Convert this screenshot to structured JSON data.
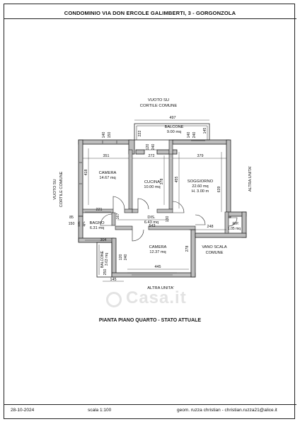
{
  "header": {
    "title": "CONDOMINIO VIA DON ERCOLE GALIMBERTI, 3 - GORGONZOLA"
  },
  "plan": {
    "outside_labels": {
      "vuoto_top_line1": "VUOTO SU",
      "vuoto_top_line2": "CORTILE COMUNE",
      "vuoto_left_line1": "VUOTO SU",
      "vuoto_left_line2": "CORTILE COMUNE",
      "altra_unita_right": "ALTRA UNITA'",
      "altra_unita_bottom": "ALTRA UNITA'",
      "vano_scala_line1": "VANO SCALA",
      "vano_scala_line2": "COMUNE"
    },
    "rooms": {
      "balcone_top_name": "BALCONE",
      "balcone_top_area": "9.00 mq",
      "camera1_name": "CAMERA",
      "camera1_area": "14.67 mq",
      "cucina_name": "CUCINA",
      "cucina_area": "10.00 mq",
      "soggiorno_name": "SOGGIORNO",
      "soggiorno_area": "22.60 mq",
      "soggiorno_height": "H. 3.00 m",
      "dis_name": "DIS.",
      "dis_area": "6.43 mq",
      "bagno_name": "BAGNO",
      "bagno_area": "6.31 mq",
      "rip_name": "RIP.",
      "rip_area": "1.05 mq",
      "camera2_name": "CAMERA",
      "camera2_area": "12.37 mq",
      "balcone_small_name": "BALCONE",
      "balcone_small_area": "3.63 mq"
    },
    "dimensions": {
      "d497": "497",
      "d222": "222",
      "d145a": "145",
      "d140a": "140",
      "d150a": "150",
      "d120": "120",
      "d240a": "240",
      "d140b": "140",
      "d240b": "240",
      "d351": "351",
      "d272": "272",
      "d379": "379",
      "d418": "418",
      "d378": "378",
      "d455": "455",
      "d639": "639",
      "d221": "221",
      "d167": "167",
      "d130": "130",
      "d543": "543",
      "d248": "248",
      "d85": "85",
      "d150b": "150",
      "d131": "131",
      "d171": "171",
      "d304": "304",
      "d278": "278",
      "d120b": "120",
      "d240c": "240",
      "d445": "445",
      "d250": "250",
      "d145b": "145"
    }
  },
  "drawing_title": "PIANTA PIANO QUARTO - STATO ATTUALE",
  "footer": {
    "date": "28-10-2024",
    "scale": "scala 1:100",
    "author": "geom. ruzza christian - christian.ruzza21@alice.it"
  },
  "watermark": {
    "text": "Casa.it"
  }
}
